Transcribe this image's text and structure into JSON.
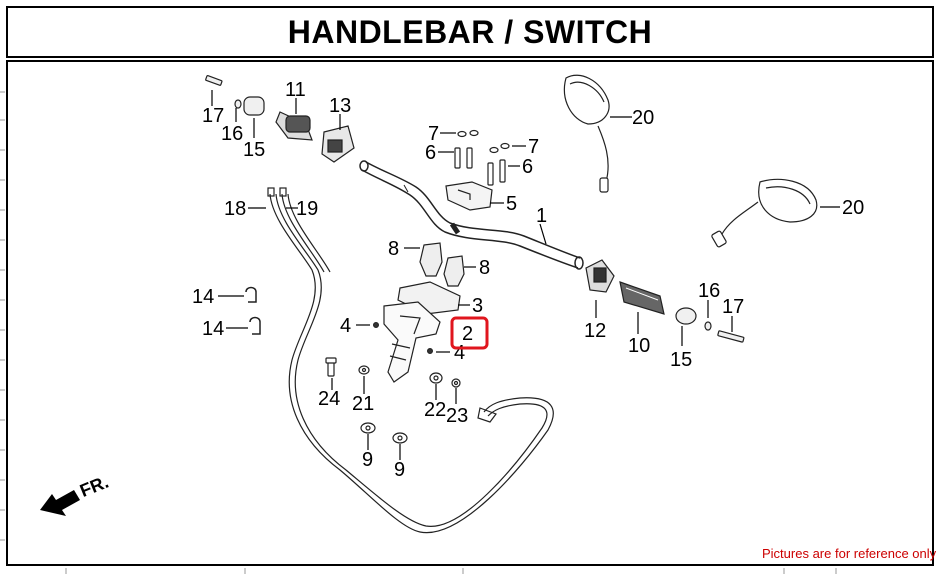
{
  "title": "HANDLEBAR / SWITCH",
  "disclaimer": "Pictures are for reference only",
  "direction_label": "FR.",
  "highlight_color": "#e0161e",
  "callouts": {
    "c1": "1",
    "c2": "2",
    "c3": "3",
    "c4a": "4",
    "c4b": "4",
    "c5": "5",
    "c6a": "6",
    "c6b": "6",
    "c7a": "7",
    "c7b": "7",
    "c8a": "8",
    "c8b": "8",
    "c9a": "9",
    "c9b": "9",
    "c10": "10",
    "c11": "11",
    "c12": "12",
    "c13": "13",
    "c14a": "14",
    "c14b": "14",
    "c15a": "15",
    "c15b": "15",
    "c16a": "16",
    "c16b": "16",
    "c17a": "17",
    "c17b": "17",
    "c18": "18",
    "c19": "19",
    "c20a": "20",
    "c20b": "20",
    "c21": "21",
    "c22": "22",
    "c23": "23",
    "c24": "24"
  },
  "highlighted_part": "2"
}
